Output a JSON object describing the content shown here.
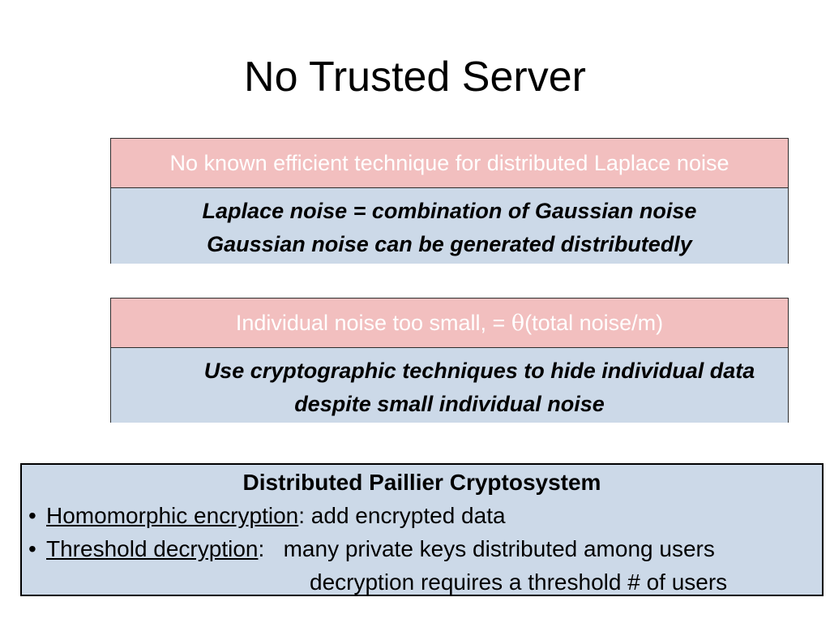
{
  "slide": {
    "title": "No Trusted Server"
  },
  "problem_1": {
    "header": "No known efficient technique for distributed Laplace noise",
    "lines": [
      "Laplace noise = combination of Gaussian noise",
      "Gaussian noise can be generated distributedly"
    ]
  },
  "problem_2": {
    "header_prefix": "Individual noise too small, = ",
    "header_theta": "θ",
    "header_suffix": "(total noise/m)",
    "lines": [
      "Use cryptographic techniques to hide individual data",
      "despite small individual noise"
    ]
  },
  "crypto": {
    "title": "Distributed Paillier Cryptosystem",
    "bullet_symbol": "•",
    "bullets": [
      {
        "term": "Homomorphic encryption",
        "rest": ": add encrypted data"
      },
      {
        "term": "Threshold decryption",
        "rest": ":   many private keys distributed among users",
        "continuation": "decryption requires a threshold # of users"
      }
    ]
  },
  "colors": {
    "pink_bar": "#f2bfbf",
    "blue_area": "#ccd9e8",
    "header_text": "#ffffff"
  }
}
